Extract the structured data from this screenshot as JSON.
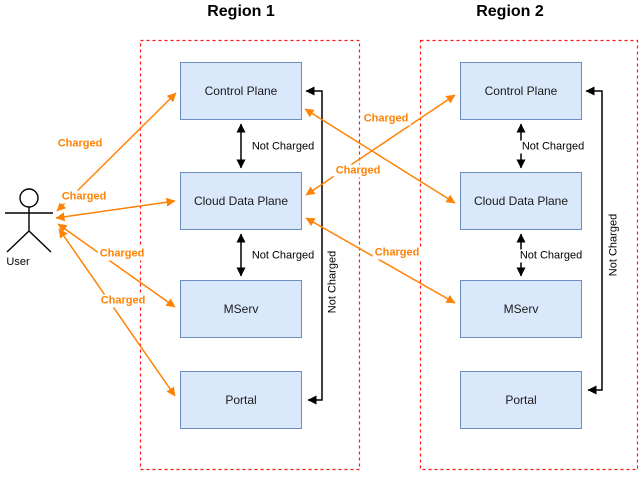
{
  "regions": {
    "region1": {
      "title": "Region 1",
      "nodes": [
        "Control Plane",
        "Cloud Data Plane",
        "MServ",
        "Portal"
      ]
    },
    "region2": {
      "title": "Region 2",
      "nodes": [
        "Control Plane",
        "Cloud Data Plane",
        "MServ",
        "Portal"
      ]
    }
  },
  "actor": {
    "label": "User"
  },
  "edges": [
    {
      "from": "User",
      "to": "Region 1 / Control Plane",
      "label": "Charged",
      "style": "orange-bidirectional"
    },
    {
      "from": "User",
      "to": "Region 1 / Cloud Data Plane",
      "label": "Charged",
      "style": "orange-bidirectional"
    },
    {
      "from": "User",
      "to": "Region 1 / MServ",
      "label": "Charged",
      "style": "orange-bidirectional"
    },
    {
      "from": "User",
      "to": "Region 1 / Portal",
      "label": "Charged",
      "style": "orange-bidirectional"
    },
    {
      "from": "Region 1 / Control Plane",
      "to": "Region 2 / Cloud Data Plane",
      "label": "Charged",
      "style": "orange-bidirectional"
    },
    {
      "from": "Region 1 / Cloud Data Plane",
      "to": "Region 2 / Control Plane",
      "label": "Charged",
      "style": "orange-bidirectional"
    },
    {
      "from": "Region 1 / Cloud Data Plane",
      "to": "Region 2 / MServ",
      "label": "Charged",
      "style": "orange-bidirectional"
    },
    {
      "from": "Region 1 / Control Plane",
      "to": "Region 1 / Cloud Data Plane",
      "label": "Not Charged",
      "style": "black-bidirectional"
    },
    {
      "from": "Region 1 / Cloud Data Plane",
      "to": "Region 1 / MServ",
      "label": "Not Charged",
      "style": "black-bidirectional"
    },
    {
      "from": "Region 1 / Control Plane",
      "to": "Region 1 / Portal",
      "label": "Not Charged",
      "style": "black-bidirectional-routed"
    },
    {
      "from": "Region 2 / Control Plane",
      "to": "Region 2 / Cloud Data Plane",
      "label": "Not Charged",
      "style": "black-bidirectional"
    },
    {
      "from": "Region 2 / Cloud Data Plane",
      "to": "Region 2 / MServ",
      "label": "Not Charged",
      "style": "black-bidirectional"
    },
    {
      "from": "Region 2 / Control Plane",
      "to": "Region 2 / Portal",
      "label": "Not Charged",
      "style": "black-bidirectional-routed"
    }
  ],
  "colors": {
    "charged_orange": "#ff8205",
    "not_charged_black": "#000000",
    "node_fill": "#dae8fc",
    "node_border": "#6c8ebf",
    "region_border": "#ff1616"
  }
}
